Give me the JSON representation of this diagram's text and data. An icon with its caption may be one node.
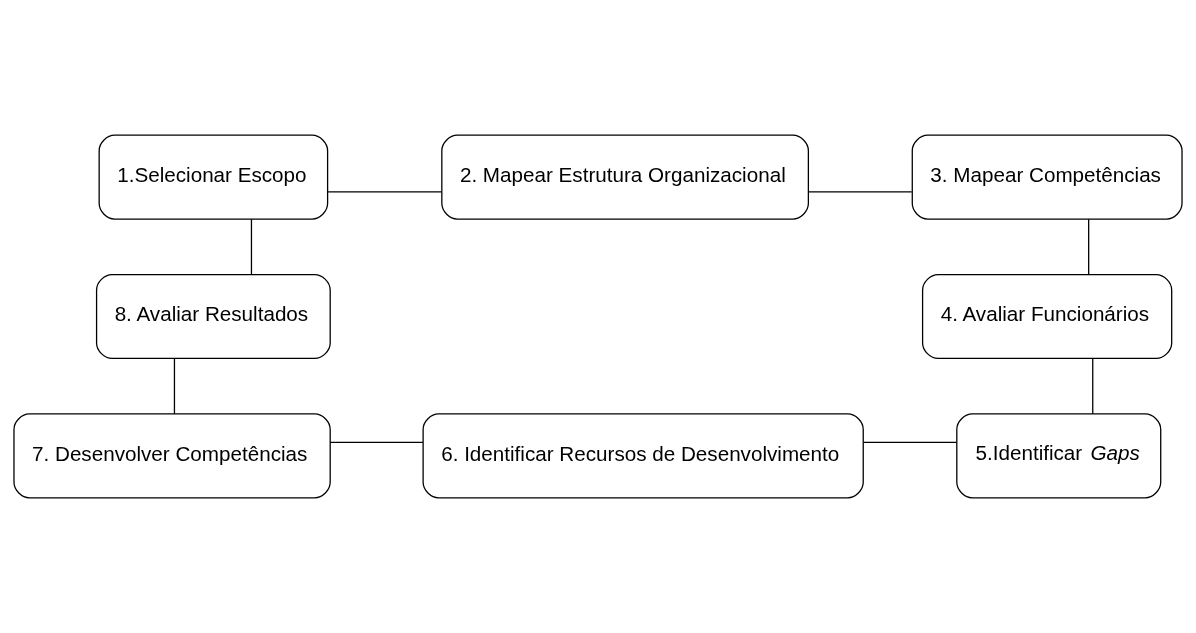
{
  "diagram": {
    "nodes": [
      {
        "text": [
          "1.Selecionar Escopo"
        ]
      },
      {
        "text": [
          "2. Mapear Estrutura Organizacional"
        ]
      },
      {
        "text": [
          "3. Mapear Competências"
        ]
      },
      {
        "text": [
          "4. Avaliar Funcionários"
        ]
      },
      {
        "text": [
          "5.Identificar *Gaps*"
        ]
      },
      {
        "text": [
          "6. Identificar Recursos de Desenvolvimento"
        ]
      },
      {
        "text": [
          "7. Desenvolver Competências"
        ]
      },
      {
        "text": [
          "8. Avaliar Resultados"
        ]
      }
    ],
    "edges": [
      {
        "from": 0,
        "to": 1,
        "arrow": "none"
      },
      {
        "from": 1,
        "to": 2,
        "arrow": "none"
      },
      {
        "from": 2,
        "to": 3,
        "arrow": "none"
      },
      {
        "from": 3,
        "to": 4,
        "arrow": "none"
      },
      {
        "from": 4,
        "to": 5,
        "arrow": "none"
      },
      {
        "from": 5,
        "to": 6,
        "arrow": "none"
      },
      {
        "from": 6,
        "to": 7,
        "arrow": "none"
      },
      {
        "from": 7,
        "to": 0,
        "arrow": "none"
      }
    ]
  }
}
